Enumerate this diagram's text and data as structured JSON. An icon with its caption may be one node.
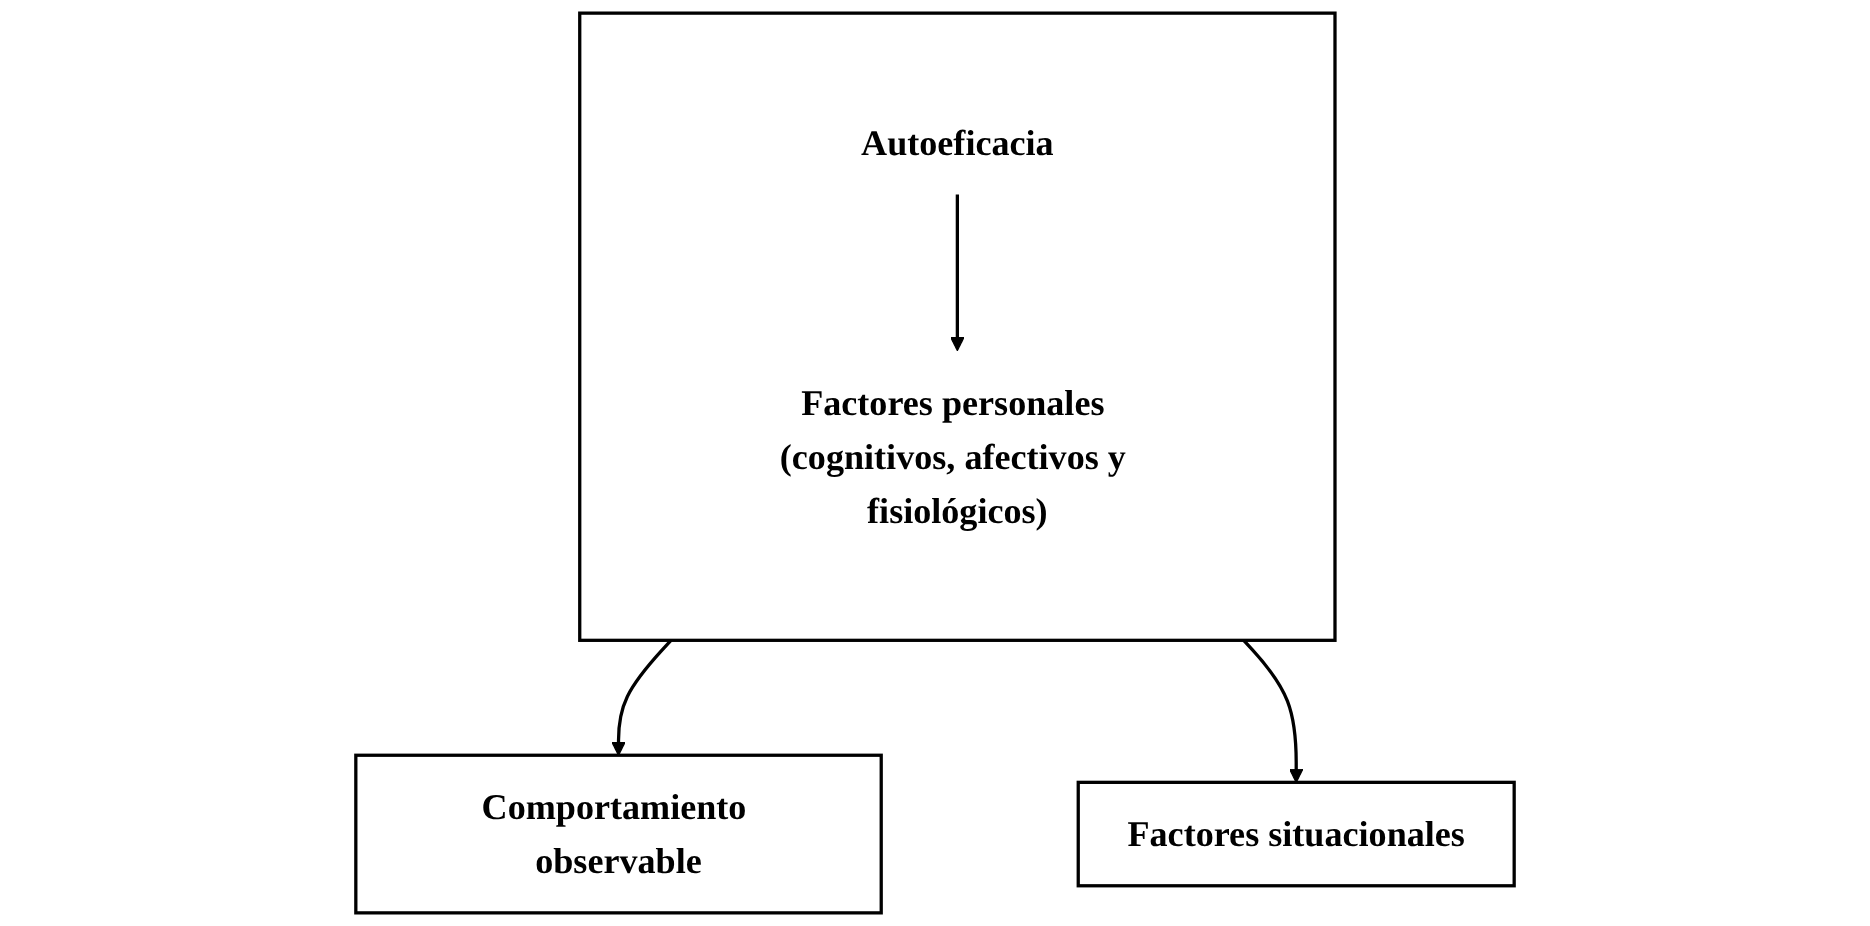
{
  "diagram": {
    "nodes": [
      {
        "text": [],
        "shape": "box"
      },
      {
        "text": [
          "Autoeficacia"
        ],
        "in": 0
      },
      {
        "text": [
          "Factores personales (cognitivos, afectivos y fisiológicos)"
        ],
        "in": 0
      },
      {
        "text": [
          "Comportamiento observable"
        ]
      },
      {
        "text": [
          "Factores situacionales"
        ]
      }
    ],
    "edges": [
      {
        "from": 1,
        "to": 2,
        "arrow": "to"
      },
      {
        "from": 0,
        "to": 3,
        "arrow": "to"
      },
      {
        "from": 0,
        "to": 4,
        "arrow": "to"
      }
    ]
  }
}
